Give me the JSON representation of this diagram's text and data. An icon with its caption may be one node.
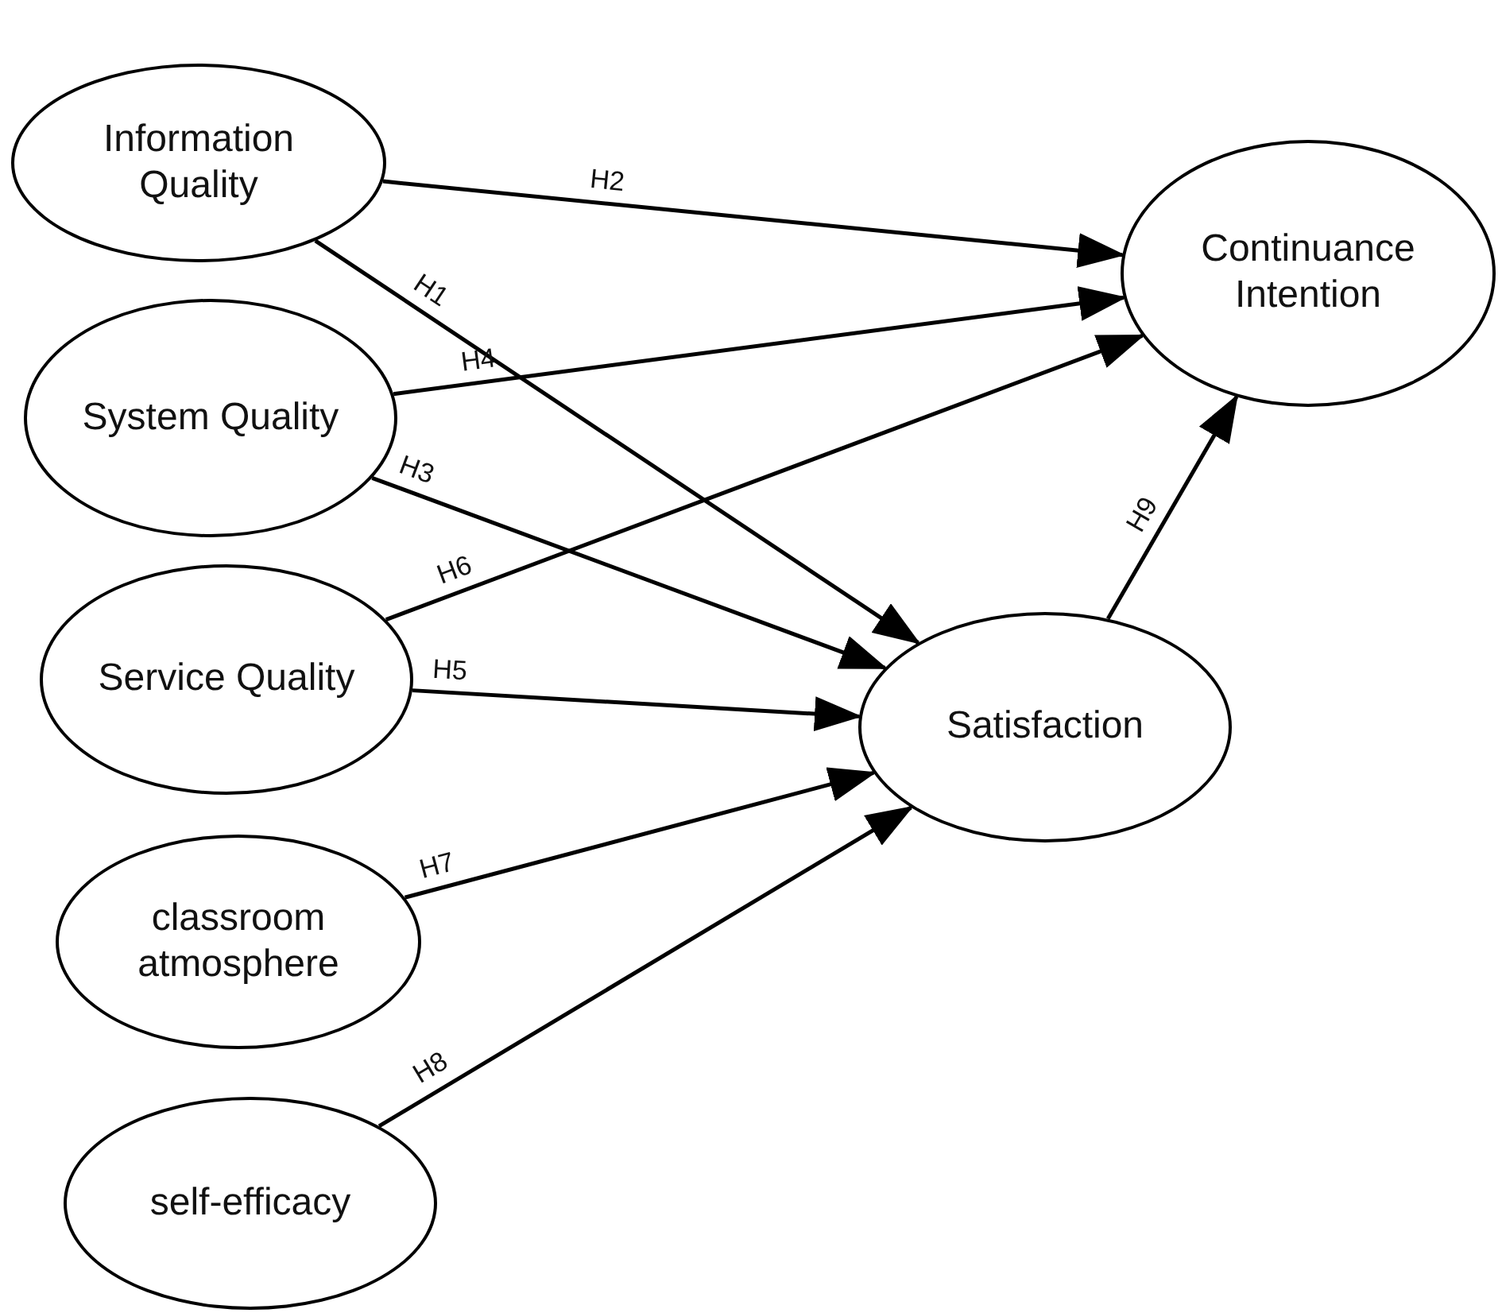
{
  "diagram": {
    "nodes": [
      {
        "text": [
          "Information Quality"
        ]
      },
      {
        "text": [
          "System Quality"
        ]
      },
      {
        "text": [
          "Service Quality"
        ]
      },
      {
        "text": [
          "classroom atmosphere"
        ]
      },
      {
        "text": [
          "self-efficacy"
        ]
      },
      {
        "text": [
          "Continuance Intention"
        ]
      },
      {
        "text": [
          "Satisfaction"
        ]
      }
    ],
    "edges": [
      {
        "from": 0,
        "to": 6,
        "arrow": "to",
        "label": "H1"
      },
      {
        "from": 0,
        "to": 5,
        "arrow": "to",
        "label": "H2"
      },
      {
        "from": 1,
        "to": 6,
        "arrow": "to",
        "label": "H3"
      },
      {
        "from": 1,
        "to": 5,
        "arrow": "to",
        "label": "H4"
      },
      {
        "from": 2,
        "to": 6,
        "arrow": "to",
        "label": "H5"
      },
      {
        "from": 2,
        "to": 5,
        "arrow": "to",
        "label": "H6"
      },
      {
        "from": 3,
        "to": 6,
        "arrow": "to",
        "label": "H7"
      },
      {
        "from": 4,
        "to": 6,
        "arrow": "to",
        "label": "H8"
      },
      {
        "from": 6,
        "to": 5,
        "arrow": "to",
        "label": "H9"
      }
    ]
  }
}
